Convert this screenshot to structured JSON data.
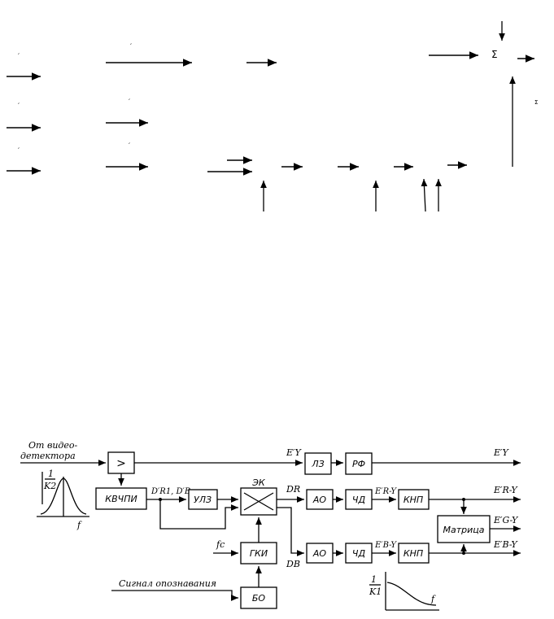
{
  "top_fragment": {
    "sigma": "Σ",
    "sigma_small": "Σ",
    "tick": "′"
  },
  "diagram": {
    "source_label_line1": "От видео-",
    "source_label_line2": "детектора",
    "amp_symbol": ">",
    "blocks": {
      "kvchpi": "КВЧПИ",
      "ulz": "УЛЗ",
      "ek": "ЭК",
      "lz": "ЛЗ",
      "rf": "РФ",
      "ao_r": "АО",
      "ao_b": "АО",
      "chd_r": "ЧД",
      "chd_b": "ЧД",
      "knp_r": "КНП",
      "knp_b": "КНП",
      "matrix": "Матрица",
      "gki": "ГКИ",
      "bo": "БО"
    },
    "signals": {
      "ey_mid": "E′Y",
      "ey_out": "E′Y",
      "dr_db": "D′R1, D′B",
      "dr": "DR",
      "db": "DB",
      "er_y_mid": "E′R-Y",
      "eb_y_mid": "E′B-Y",
      "er_y_out": "E′R-Y",
      "eg_y_out": "E′G-Y",
      "eb_y_out": "E′B-Y",
      "fc": "fc",
      "sync_label": "Сигнал опознавания"
    },
    "graph_left": {
      "ylabel_num": "1",
      "ylabel_den": "K2",
      "xlabel": "f"
    },
    "graph_right": {
      "ylabel_num": "1",
      "ylabel_den": "K1",
      "xlabel": "f"
    }
  }
}
